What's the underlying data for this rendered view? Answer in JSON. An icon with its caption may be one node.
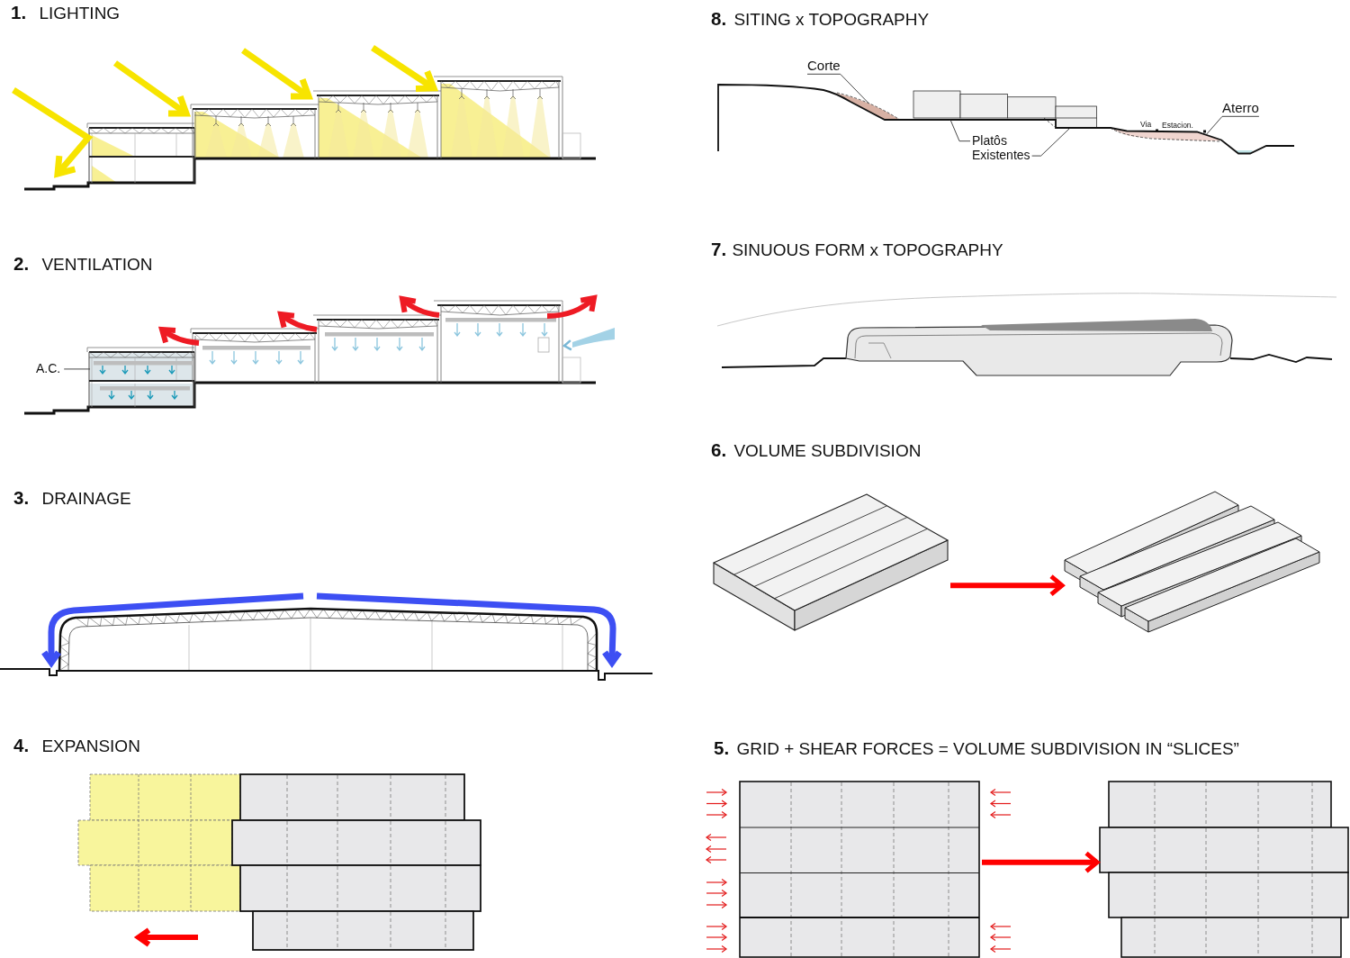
{
  "diagram": {
    "nodes": [
      {
        "text": [
          "A.C."
        ]
      },
      {
        "text": [
          "Corte"
        ]
      },
      {
        "text": [],
        "shape": "area"
      },
      {
        "text": [
          "Platôs Existentes"
        ]
      },
      {
        "text": [
          "Aterro"
        ]
      },
      {
        "text": [],
        "shape": "area"
      },
      {
        "text": [],
        "shape": "picture"
      },
      {
        "text": [],
        "shape": "picture"
      },
      {
        "text": [],
        "shape": "picture"
      },
      {
        "text": [],
        "shape": "picture"
      }
    ],
    "edges": [
      {
        "from": 0,
        "to": null,
        "arrow": "none"
      },
      {
        "from": 1,
        "to": 2,
        "arrow": "none"
      },
      {
        "from": 3,
        "to": null,
        "arrow": "none"
      },
      {
        "from": 3,
        "to": null,
        "arrow": "none"
      },
      {
        "from": 4,
        "to": 5,
        "arrow": "none"
      },
      {
        "from": 6,
        "to": 7,
        "arrow": "to",
        "style": "thick",
        "color": "#ff0000"
      },
      {
        "from": 8,
        "to": 9,
        "arrow": "to",
        "style": "thick",
        "color": "#ff0000"
      }
    ],
    "labels": [
      "**1.** LIGHTING",
      "**2.** VENTILATION",
      "**3.** DRAINAGE",
      "**4.** EXPANSION",
      "**8.** SITING x TOPOGRAPHY",
      "Via",
      "Estacion.",
      "**7.** SINUOUS FORM x TOPOGRAPHY",
      "**6.** VOLUME SUBDIVISION",
      "**5.** GRID + SHEAR FORCES = VOLUME SUBDIVISION IN “SLICES”"
    ]
  }
}
